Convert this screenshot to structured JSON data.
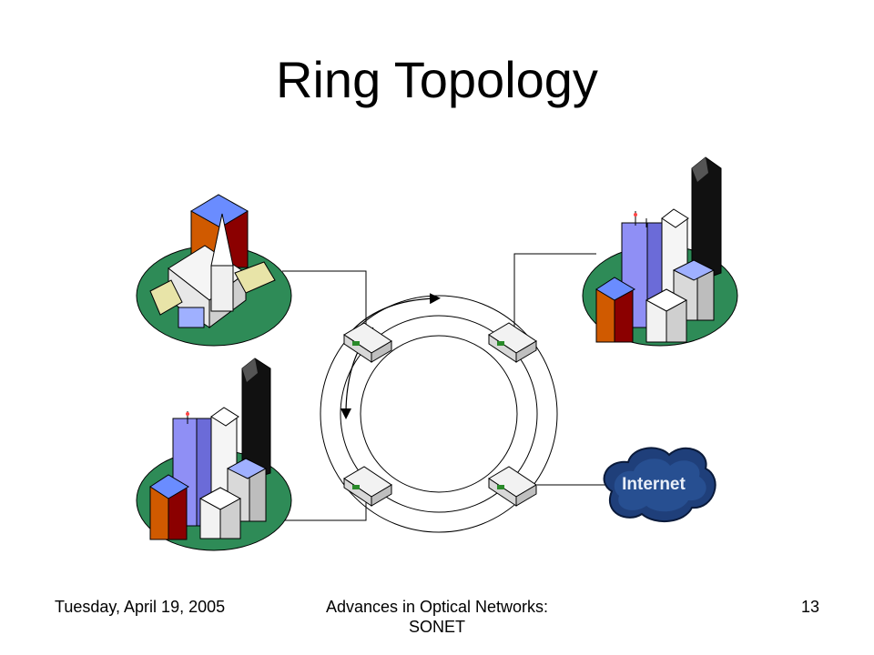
{
  "slide": {
    "title": "Ring Topology",
    "footer": {
      "date": "Tuesday, April 19, 2005",
      "center_line1": "Advances in Optical Networks:",
      "center_line2": "SONET",
      "page": "13"
    }
  },
  "diagram": {
    "internet_label": "Internet",
    "ring_direction_arrows": 2,
    "colors": {
      "ground": "#2e8b57",
      "tower_blue": "#8f8ff5",
      "tower_orange": "#d05a00",
      "tower_red": "#8b0000",
      "cloud": "#1f3f7a",
      "router": "#e6e6e6"
    }
  }
}
